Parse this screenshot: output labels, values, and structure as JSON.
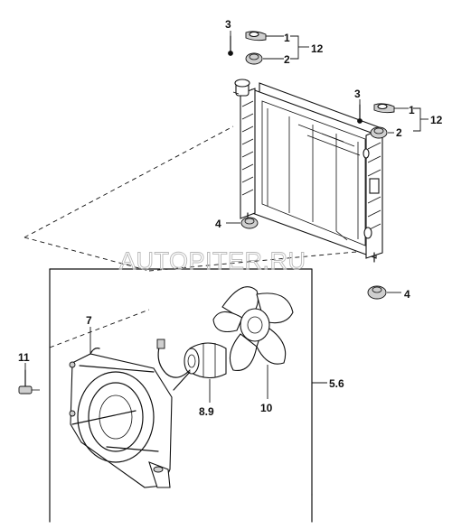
{
  "callouts": {
    "bracket_right": "12",
    "bracket_left": "12",
    "label_5_6": "5.6",
    "label_7": "7",
    "label_8_9": "8.9",
    "label_10": "10",
    "label_11": "11",
    "label_1_top": "1",
    "label_2_top": "2",
    "label_3_top": "3",
    "label_1_right": "1",
    "label_2_right": "2",
    "label_3_right": "3",
    "label_4_left": "4",
    "label_4_right": "4"
  },
  "watermark": "AUTOPITER.RU"
}
